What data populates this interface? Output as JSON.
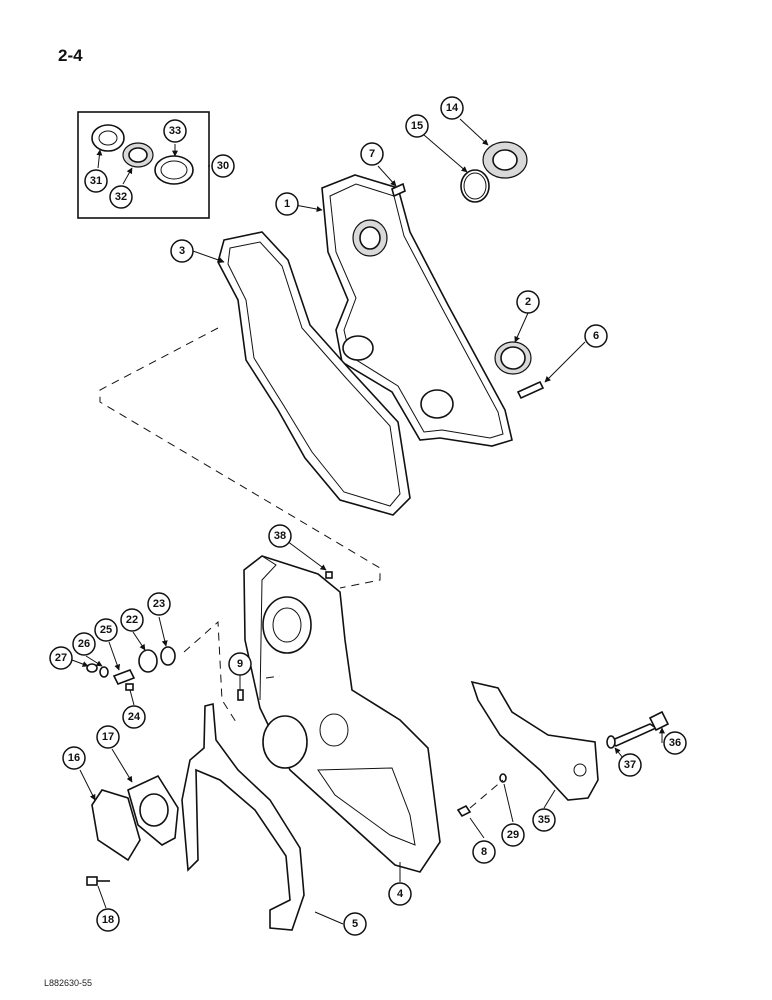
{
  "page": {
    "number": "2-4",
    "figure_code": "L882630-55"
  },
  "callouts": [
    "1",
    "2",
    "3",
    "4",
    "5",
    "6",
    "7",
    "8",
    "9",
    "14",
    "15",
    "16",
    "17",
    "18",
    "22",
    "23",
    "24",
    "25",
    "26",
    "27",
    "29",
    "30",
    "31",
    "32",
    "33",
    "35",
    "36",
    "37",
    "38"
  ]
}
